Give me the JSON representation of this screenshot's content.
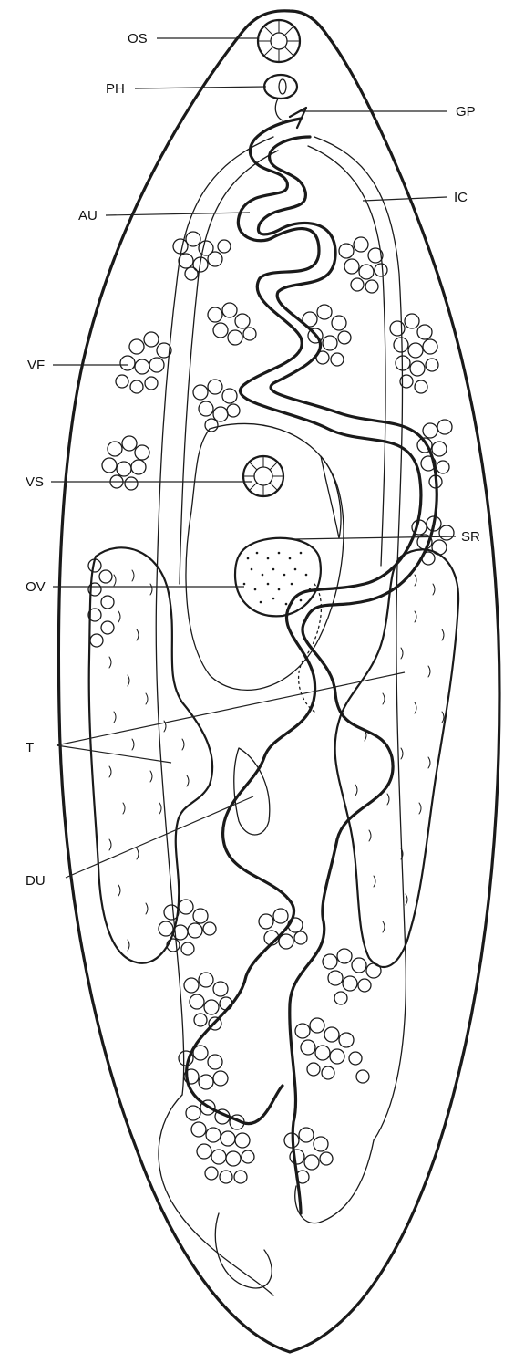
{
  "diagram": {
    "labels": {
      "os": "OS",
      "ph": "PH",
      "gp": "GP",
      "au": "AU",
      "ic": "IC",
      "vf": "VF",
      "vs": "VS",
      "sr": "SR",
      "ov": "OV",
      "t": "T",
      "du": "DU"
    }
  }
}
